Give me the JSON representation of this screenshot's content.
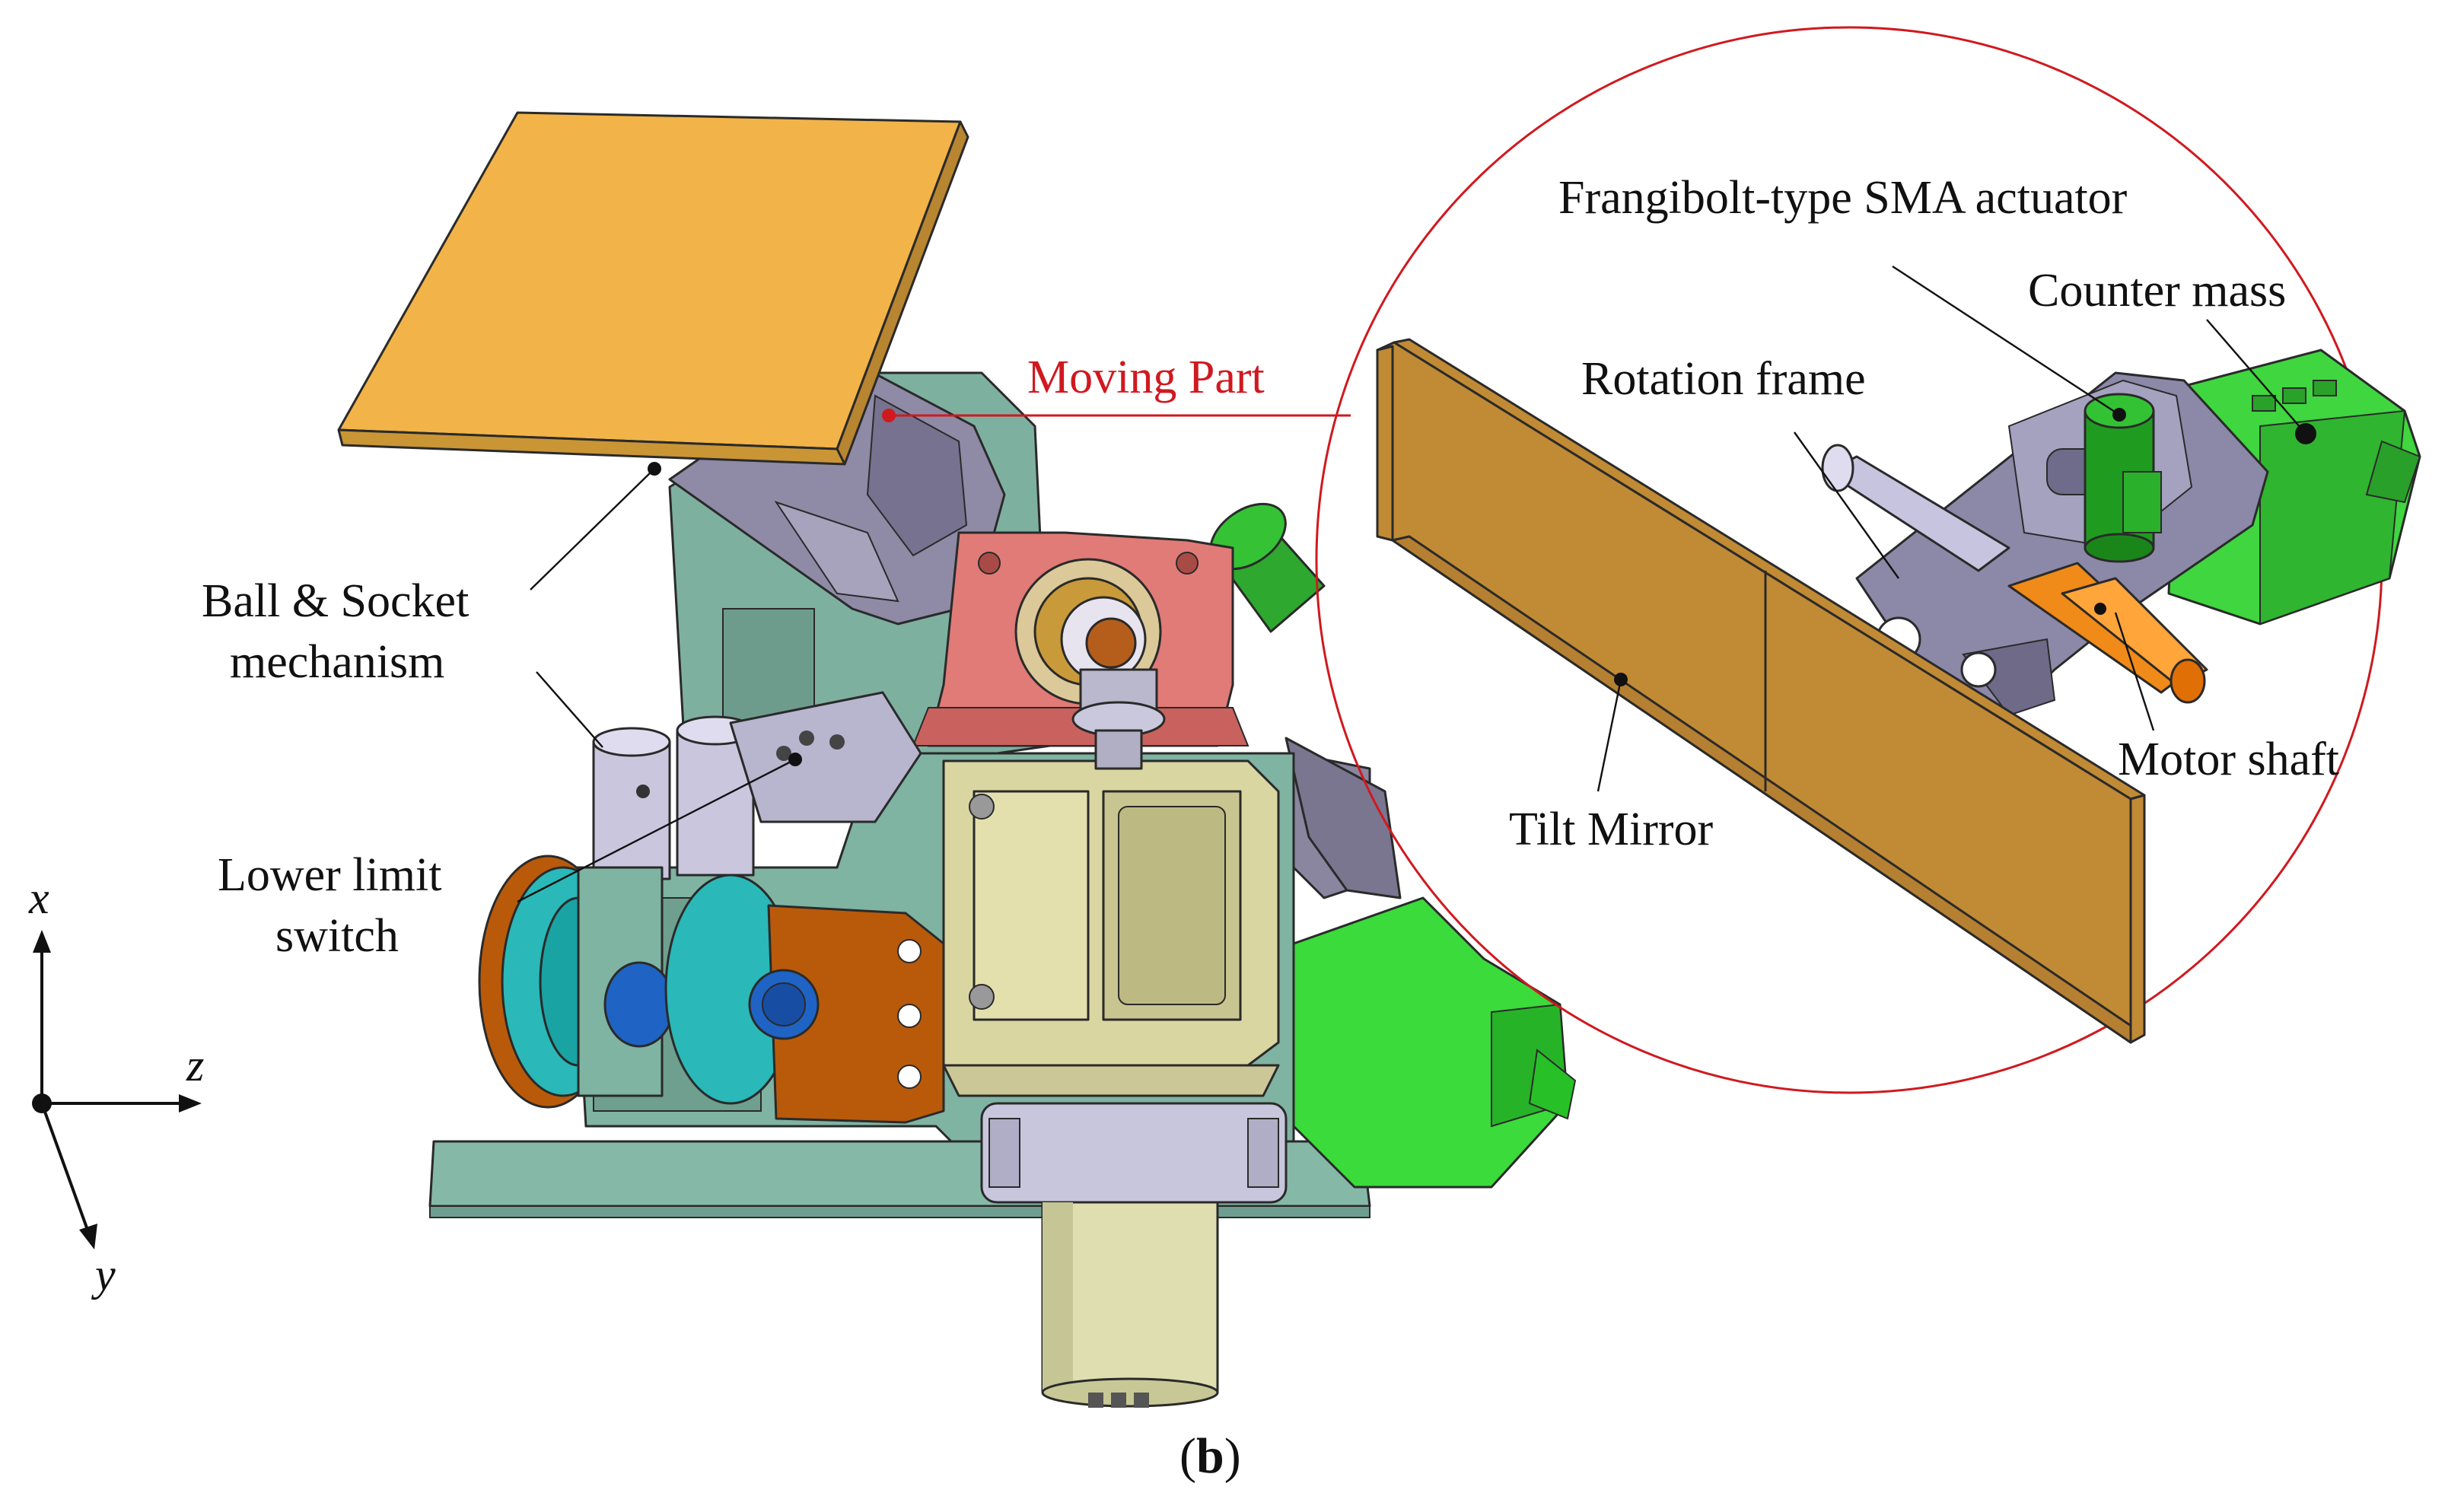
{
  "labels": {
    "moving_part": "Moving Part",
    "ball_socket_line1": "Ball & Socket",
    "ball_socket_line2": "mechanism",
    "lower_limit_line1": "Lower limit",
    "lower_limit_line2": "switch",
    "frangibolt": "Frangibolt-type SMA actuator",
    "counter_mass": "Counter mass",
    "rotation_frame": "Rotation frame",
    "motor_shaft": "Motor shaft",
    "tilt_mirror": "Tilt Mirror"
  },
  "axes": {
    "x": "x",
    "z": "z",
    "y": "y"
  },
  "caption": {
    "open": "(",
    "letter": "b",
    "close": ")"
  },
  "colors": {
    "mirror_top": "#f2b348",
    "mirror_panel": "#c18a35",
    "base_green": "#7fb3a2",
    "frame_purple": "#8f8aa6",
    "motor_green": "#2dd62d",
    "bracket_red": "#e07b77",
    "housing_yellow": "#d9d6a1",
    "orange_cap": "#b95a0a",
    "teal": "#1fb7b7",
    "highlight_red": "#d0191f"
  }
}
